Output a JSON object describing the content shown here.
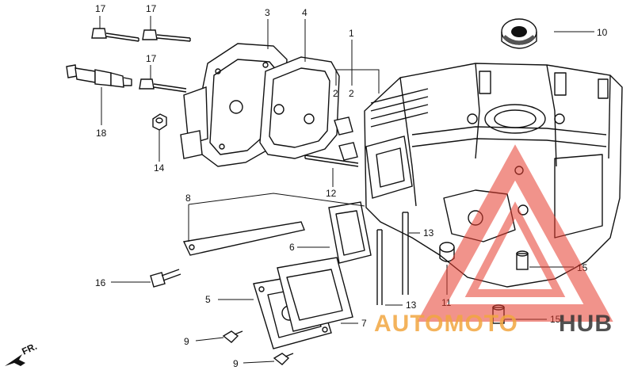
{
  "diagram": {
    "callouts": {
      "c1": "1",
      "c2a": "2",
      "c2b": "2",
      "c3": "3",
      "c4": "4",
      "c5": "5",
      "c6": "6",
      "c7": "7",
      "c8": "8",
      "c9a": "9",
      "c9b": "9",
      "c10": "10",
      "c11": "11",
      "c12": "12",
      "c13a": "13",
      "c13b": "13",
      "c14": "14",
      "c15a": "15",
      "c15b": "15",
      "c16": "16",
      "c17a": "17",
      "c17b": "17",
      "c17c": "17",
      "c18": "18"
    },
    "direction_marker": "FR."
  },
  "watermark": {
    "word_a": "AUTOMOTO",
    "word_b": "HUB",
    "color_primary": "#e63b2e",
    "color_secondary": "#f2a640",
    "color_dark": "#333333"
  }
}
